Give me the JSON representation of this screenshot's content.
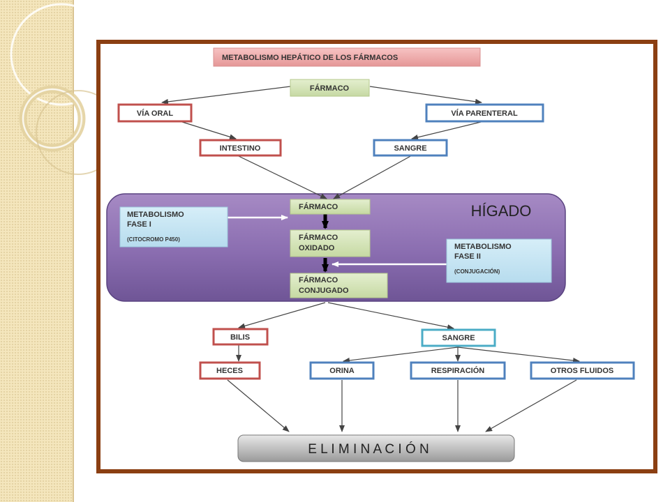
{
  "diagram": {
    "title": "METABOLISMO HEPÁTICO DE LOS FÁRMACOS",
    "nodes": {
      "farmaco_top": "FÁRMACO",
      "via_oral": "VÍA ORAL",
      "via_parenteral": "VÍA PARENTERAL",
      "intestino": "INTESTINO",
      "sangre_top": "SANGRE",
      "higado": "HÍGADO",
      "farmaco_liver": "FÁRMACO",
      "farmaco_oxidado_1": "FÁRMACO",
      "farmaco_oxidado_2": "OXIDADO",
      "farmaco_conjugado_1": "FÁRMACO",
      "farmaco_conjugado_2": "CONJUGADO",
      "fase1_line1": "METABOLISMO",
      "fase1_line2": "FASE I",
      "fase1_line3": "(CITOCROMO P450)",
      "fase2_line1": "METABOLISMO",
      "fase2_line2": "FASE II",
      "fase2_line3": "(CONJUGACIÓN)",
      "bilis": "BILIS",
      "sangre_bottom": "SANGRE",
      "heces": "HECES",
      "orina": "ORINA",
      "respiracion": "RESPIRACIÓN",
      "otros_fluidos": "OTROS FLUIDOS",
      "eliminacion": "E L I M I N A C I Ó N"
    }
  },
  "colors": {
    "frame": "#8b3f12",
    "red_border": "#c0504d",
    "blue_border": "#4f81bd",
    "cyan_border": "#4bacc6",
    "green_fill": "#d7e4bd",
    "liver_purple": "#8064a2",
    "phase_box": "#c6e4f2",
    "sidebar": "#f4e6bd"
  }
}
